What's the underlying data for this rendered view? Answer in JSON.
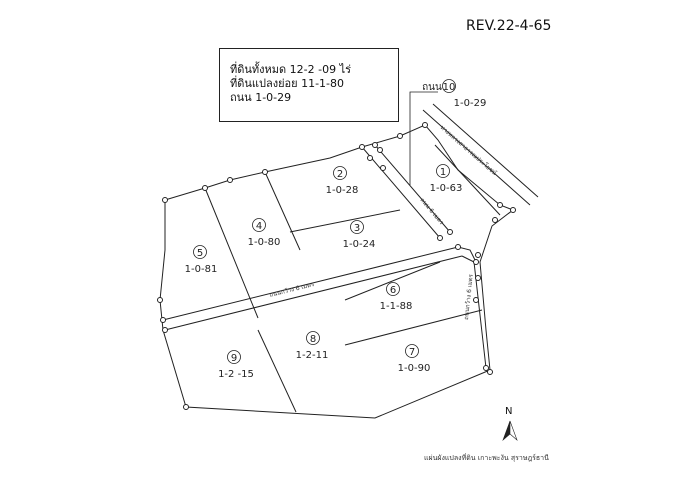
{
  "revision": "REV.22-4-65",
  "summary": {
    "line1": "ที่ดินทั้งหมด  12-2 -09 ไร่",
    "line2": "ที่ดินแปลงย่อย 11-1-80",
    "line3": "ถนน  1-0-29"
  },
  "road_callout": {
    "label": "ถนน",
    "number": "10",
    "area": "1-0-29"
  },
  "lots": [
    {
      "number": "1",
      "area": "1-0-63"
    },
    {
      "number": "2",
      "area": "1-0-28"
    },
    {
      "number": "3",
      "area": "1-0-24"
    },
    {
      "number": "4",
      "area": "1-0-80"
    },
    {
      "number": "5",
      "area": "1-0-81"
    },
    {
      "number": "6",
      "area": "1-1-88"
    },
    {
      "number": "7",
      "area": "1-0-90"
    },
    {
      "number": "8",
      "area": "1-2-11"
    },
    {
      "number": "9",
      "area": "1-2 -15"
    }
  ],
  "road_labels": {
    "main_road": "ถนนกว้าง 6 เมตร",
    "right_road": "ถนนกว้าง 6 เมตร",
    "top_road": "ถนน 6 เมตร",
    "highway": "ทางหลวงสาธารณประโยชน์"
  },
  "north": "N",
  "caption": "แผ่นผังแปลงที่ดิน เกาะพะงัน สุราษฎร์ธานี"
}
